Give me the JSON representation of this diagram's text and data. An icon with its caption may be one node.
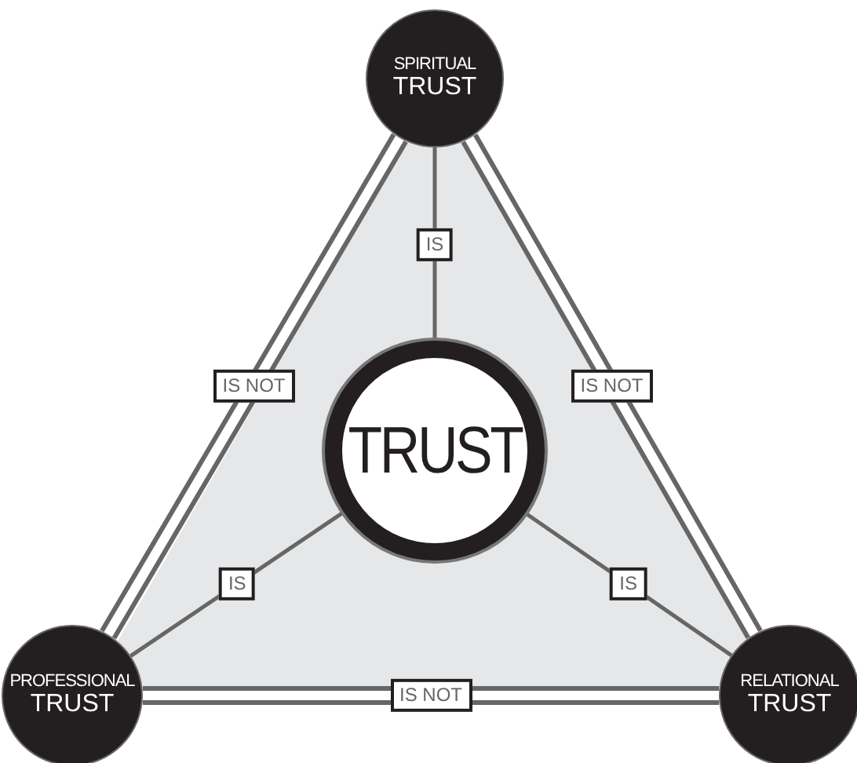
{
  "diagram": {
    "nodes": [
      {
        "text": [
          "SPIRITUAL",
          "TRUST"
        ]
      },
      {
        "text": [
          "TRUST"
        ]
      },
      {
        "text": [
          "PROFESSIONAL",
          "TRUST"
        ]
      },
      {
        "text": [
          "RELATIONAL",
          "TRUST"
        ]
      }
    ],
    "edges": [
      {
        "from": 0,
        "to": 1,
        "arrow": "none",
        "label": "IS"
      },
      {
        "from": 0,
        "to": 2,
        "arrow": "none",
        "label": "IS NOT",
        "style": "thick"
      },
      {
        "from": 0,
        "to": 3,
        "arrow": "none",
        "label": "IS NOT",
        "style": "thick"
      },
      {
        "from": 1,
        "to": 2,
        "arrow": "none",
        "label": "IS"
      },
      {
        "from": 1,
        "to": 3,
        "arrow": "none",
        "label": "IS"
      },
      {
        "from": 2,
        "to": 3,
        "arrow": "none",
        "label": "IS NOT",
        "style": "thick"
      }
    ]
  }
}
